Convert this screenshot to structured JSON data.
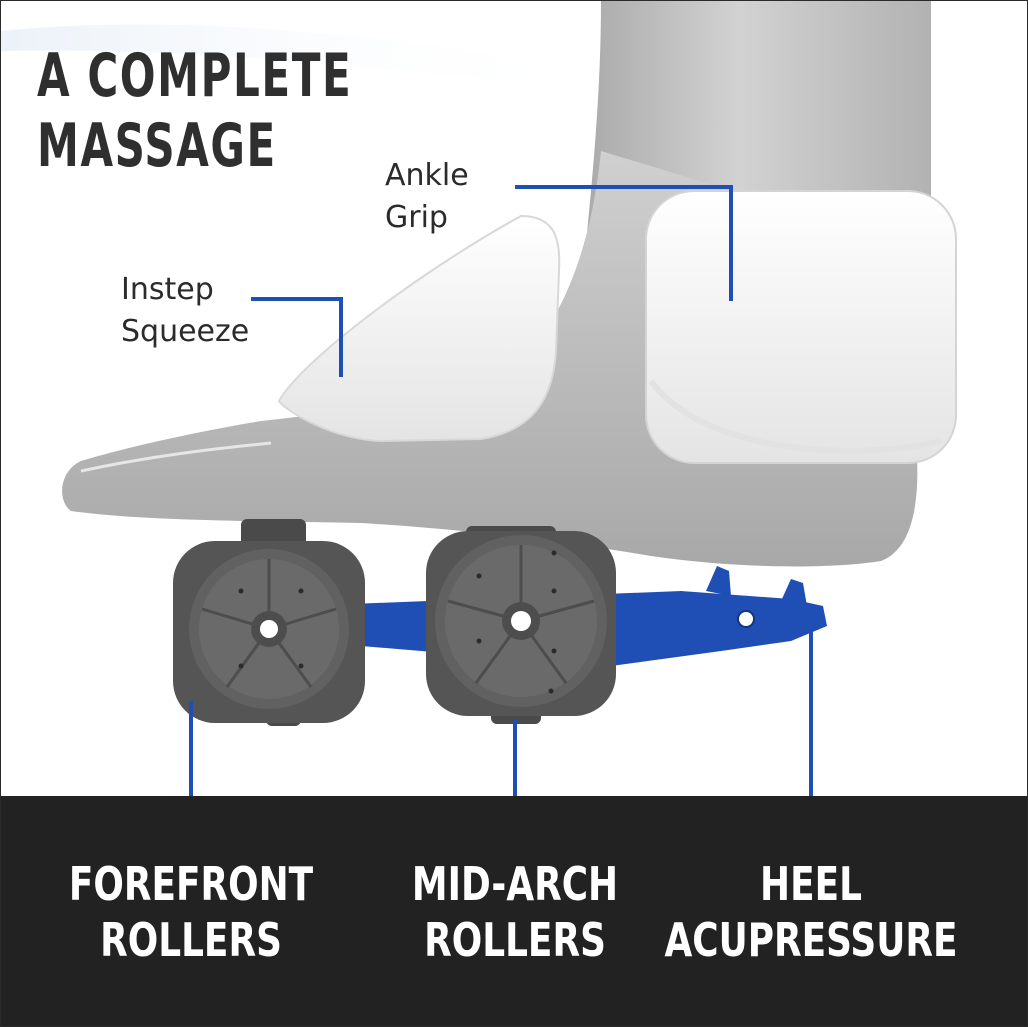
{
  "title": {
    "line1": "A COMPLETE",
    "line2": "MASSAGE"
  },
  "callouts": {
    "ankle": {
      "line1": "Ankle",
      "line2": "Grip"
    },
    "instep": {
      "line1": "Instep",
      "line2": "Squeeze"
    }
  },
  "labels": {
    "forefront": {
      "line1": "FOREFRONT",
      "line2": "ROLLERS"
    },
    "midarch": {
      "line1": "MID-ARCH",
      "line2": "ROLLERS"
    },
    "heel": {
      "line1": "HEEL",
      "line2": "ACUPRESSURE"
    }
  },
  "colors": {
    "accent_blue": "#1f4fb4",
    "background": "#ffffff",
    "bottom_bar": "#222222",
    "roller_gray": "#575757",
    "foot_gray": "#b9b9b9"
  }
}
